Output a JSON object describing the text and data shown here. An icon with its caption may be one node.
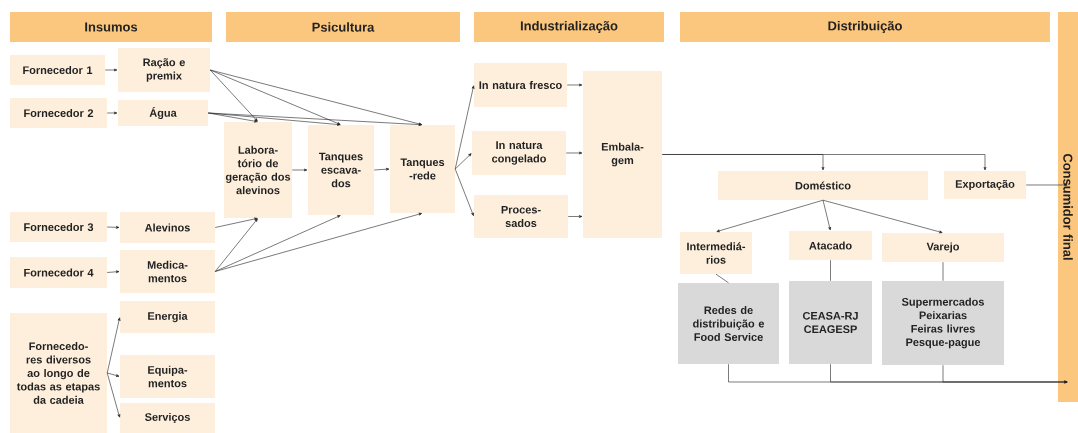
{
  "diagram": {
    "nodes": [
      {
        "text": [
          "Insumos"
        ]
      },
      {
        "text": [
          "Psicultura"
        ]
      },
      {
        "text": [
          "Industrialização"
        ]
      },
      {
        "text": [
          "Distribuição"
        ]
      },
      {
        "text": [
          "Consumidor final"
        ]
      },
      {
        "text": [
          "Fornecedor 1"
        ]
      },
      {
        "text": [
          "Ração e premix"
        ]
      },
      {
        "text": [
          "Fornecedor 2"
        ]
      },
      {
        "text": [
          "Água"
        ]
      },
      {
        "text": [
          "Labora- tório de geração dos alevinos"
        ]
      },
      {
        "text": [
          "Tanques escava- dos"
        ]
      },
      {
        "text": [
          "Tanques -rede"
        ]
      },
      {
        "text": [
          "Fornecedor 3"
        ]
      },
      {
        "text": [
          "Alevinos"
        ]
      },
      {
        "text": [
          "Fornecedor 4"
        ]
      },
      {
        "text": [
          "Medica- mentos"
        ]
      },
      {
        "text": [
          "Fornecedo- res diversos ao longo de todas as etapas da cadeia"
        ]
      },
      {
        "text": [
          "Energia"
        ]
      },
      {
        "text": [
          "Equipa- mentos"
        ]
      },
      {
        "text": [
          "Serviços"
        ]
      },
      {
        "text": [
          "In natura fresco"
        ]
      },
      {
        "text": [
          "In natura congelado"
        ]
      },
      {
        "text": [
          "Proces- sados"
        ]
      },
      {
        "text": [
          "Embala- gem"
        ]
      },
      {
        "text": [
          "Doméstico"
        ]
      },
      {
        "text": [
          "Exportação"
        ]
      },
      {
        "text": [
          "Intermediá- rios"
        ]
      },
      {
        "text": [
          "Atacado"
        ]
      },
      {
        "text": [
          "Varejo"
        ]
      },
      {
        "text": [
          "Redes de distribuição e Food Service"
        ]
      },
      {
        "text": [
          "CEASA-RJ",
          "CEAGESP"
        ]
      },
      {
        "text": [
          "Supermercados",
          "Peixarias",
          "Feiras livres",
          "Pesque-pague"
        ]
      }
    ],
    "edges": [
      {
        "from": 5,
        "to": 6,
        "arrow": "to"
      },
      {
        "from": 7,
        "to": 8,
        "arrow": "to"
      },
      {
        "from": 12,
        "to": 13,
        "arrow": "to"
      },
      {
        "from": 14,
        "to": 15,
        "arrow": "to"
      },
      {
        "from": 6,
        "to": 9,
        "arrow": "to"
      },
      {
        "from": 6,
        "to": 10,
        "arrow": "to"
      },
      {
        "from": 6,
        "to": 11,
        "arrow": "to"
      },
      {
        "from": 8,
        "to": 9,
        "arrow": "to"
      },
      {
        "from": 8,
        "to": 10,
        "arrow": "to"
      },
      {
        "from": 8,
        "to": 11,
        "arrow": "to"
      },
      {
        "from": 13,
        "to": 9,
        "arrow": "to"
      },
      {
        "from": 15,
        "to": 9,
        "arrow": "to"
      },
      {
        "from": 15,
        "to": 10,
        "arrow": "to"
      },
      {
        "from": 15,
        "to": 11,
        "arrow": "to"
      },
      {
        "from": 9,
        "to": 10,
        "arrow": "to"
      },
      {
        "from": 10,
        "to": 11,
        "arrow": "to"
      },
      {
        "from": 16,
        "to": 17,
        "arrow": "to"
      },
      {
        "from": 16,
        "to": 18,
        "arrow": "to"
      },
      {
        "from": 16,
        "to": 19,
        "arrow": "to"
      },
      {
        "from": 11,
        "to": 20,
        "arrow": "to"
      },
      {
        "from": 11,
        "to": 21,
        "arrow": "to"
      },
      {
        "from": 11,
        "to": 22,
        "arrow": "to"
      },
      {
        "from": 20,
        "to": 23,
        "arrow": "to"
      },
      {
        "from": 21,
        "to": 23,
        "arrow": "to"
      },
      {
        "from": 22,
        "to": 23,
        "arrow": "to"
      },
      {
        "from": 23,
        "to": 24,
        "arrow": "to"
      },
      {
        "from": 23,
        "to": 25,
        "arrow": "to"
      },
      {
        "from": 25,
        "to": 4,
        "arrow": "to"
      },
      {
        "from": 24,
        "to": 26,
        "arrow": "to"
      },
      {
        "from": 24,
        "to": 27,
        "arrow": "to"
      },
      {
        "from": 24,
        "to": 28,
        "arrow": "to"
      },
      {
        "from": 26,
        "to": 29,
        "arrow": "none"
      },
      {
        "from": 27,
        "to": 30,
        "arrow": "none"
      },
      {
        "from": 28,
        "to": 31,
        "arrow": "none"
      },
      {
        "from": 29,
        "to": 4,
        "arrow": "to"
      },
      {
        "from": 30,
        "to": 4,
        "arrow": "to"
      },
      {
        "from": 31,
        "to": 4,
        "arrow": "to"
      }
    ]
  }
}
